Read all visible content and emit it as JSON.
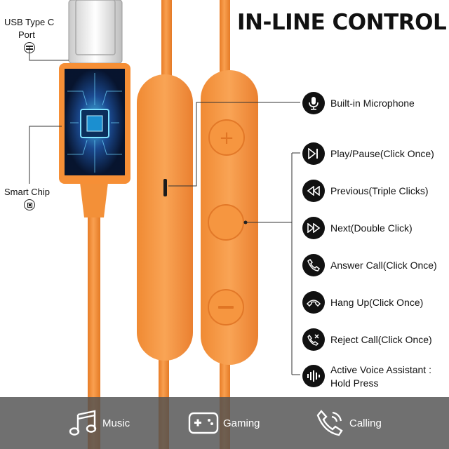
{
  "title": "IN-LINE CONTROL",
  "left_labels": {
    "usb_port_line1": "USB Type C",
    "usb_port_line2": "Port",
    "smart_chip": "Smart Chip"
  },
  "features": [
    {
      "icon": "microphone-icon",
      "label": "Built-in Microphone"
    },
    {
      "icon": "play-pause-icon",
      "label": "Play/Pause(Click Once)"
    },
    {
      "icon": "previous-icon",
      "label": "Previous(Triple Clicks)"
    },
    {
      "icon": "next-icon",
      "label": "Next(Double Click)"
    },
    {
      "icon": "answer-call-icon",
      "label": "Answer Call(Click Once)"
    },
    {
      "icon": "hang-up-icon",
      "label": "Hang Up(Click Once)"
    },
    {
      "icon": "reject-call-icon",
      "label": "Reject Call(Click Once)"
    },
    {
      "icon": "voice-assistant-icon",
      "label": "Active Voice Assistant :",
      "label2": "Hold Press"
    }
  ],
  "bottom": [
    {
      "icon": "music-icon",
      "label": "Music"
    },
    {
      "icon": "gamepad-icon",
      "label": "Gaming"
    },
    {
      "icon": "phone-icon",
      "label": "Calling"
    }
  ],
  "colors": {
    "cable_orange": "#f7913a",
    "cable_shade": "#e57b24",
    "bar": "#505050"
  }
}
